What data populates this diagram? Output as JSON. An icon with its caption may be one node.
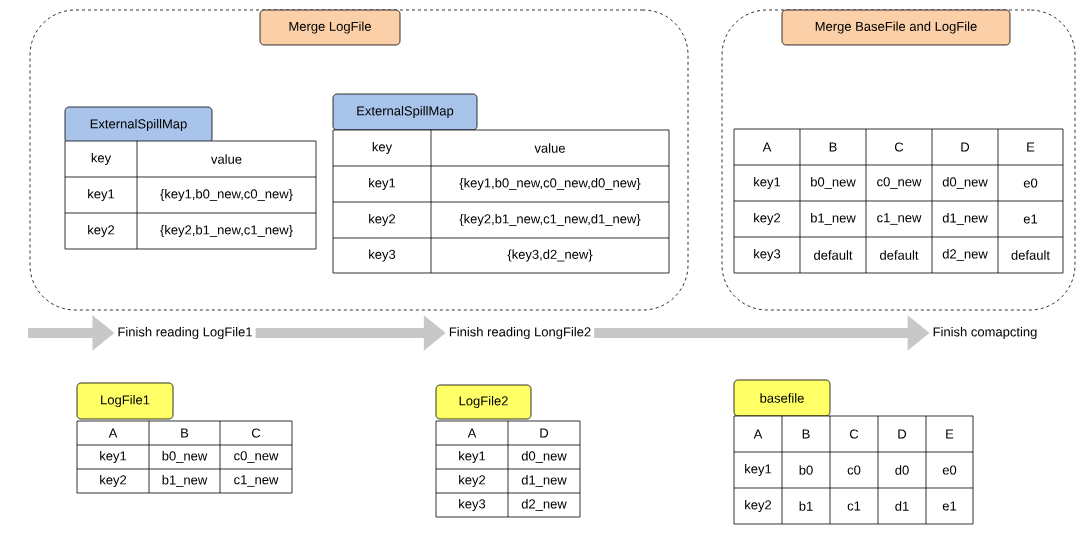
{
  "diagram": {
    "nodes": [
      {
        "text": [],
        "shape": "box"
      },
      {
        "text": [
          "Merge LogFile"
        ],
        "in": 0
      },
      {
        "text": [
          "ExternalSpillMap"
        ],
        "in": 0
      },
      {
        "text": [
          "key",
          "value",
          "key1",
          "{key1,b0_new,c0_new}",
          "key2",
          "{key2,b1_new,c1_new}"
        ],
        "in": 0
      },
      {
        "text": [
          "ExternalSpillMap"
        ],
        "in": 0
      },
      {
        "text": [
          "key",
          "value",
          "key1",
          "{key1,b0_new,c0_new,d0_new}",
          "key2",
          "{key2,b1_new,c1_new,d1_new}",
          "key3",
          "{key3,d2_new}"
        ],
        "in": 0
      },
      {
        "text": [],
        "shape": "box"
      },
      {
        "text": [
          "Merge BaseFile and LogFile"
        ],
        "in": 6
      },
      {
        "text": [
          "A",
          "B",
          "C",
          "D",
          "E",
          "key1",
          "b0_new",
          "c0_new",
          "d0_new",
          "e0",
          "key2",
          "b1_new",
          "c1_new",
          "d1_new",
          "e1",
          "key3",
          "default",
          "default",
          "d2_new",
          "default"
        ],
        "in": 6
      },
      {
        "text": [
          "Finish reading LogFile1"
        ]
      },
      {
        "text": [
          "Finish reading LongFile2"
        ]
      },
      {
        "text": [
          "Finish comapcting"
        ]
      },
      {
        "text": [
          "LogFile1"
        ]
      },
      {
        "text": [
          "A",
          "B",
          "C",
          "key1",
          "b0_new",
          "c0_new",
          "key2",
          "b1_new",
          "c1_new"
        ]
      },
      {
        "text": [
          "LogFile2"
        ]
      },
      {
        "text": [
          "A",
          "D",
          "key1",
          "d0_new",
          "key2",
          "d1_new",
          "key3",
          "d2_new"
        ]
      },
      {
        "text": [
          "basefile"
        ]
      },
      {
        "text": [
          "A",
          "B",
          "C",
          "D",
          "E",
          "key1",
          "b0",
          "c0",
          "d0",
          "e0",
          "key2",
          "b1",
          "c1",
          "d1",
          "e1"
        ]
      }
    ],
    "edges": [
      {
        "from": null,
        "to": 9,
        "arrow": "to"
      },
      {
        "from": 9,
        "to": 10,
        "arrow": "to"
      },
      {
        "from": 10,
        "to": 11,
        "arrow": "to"
      }
    ]
  }
}
